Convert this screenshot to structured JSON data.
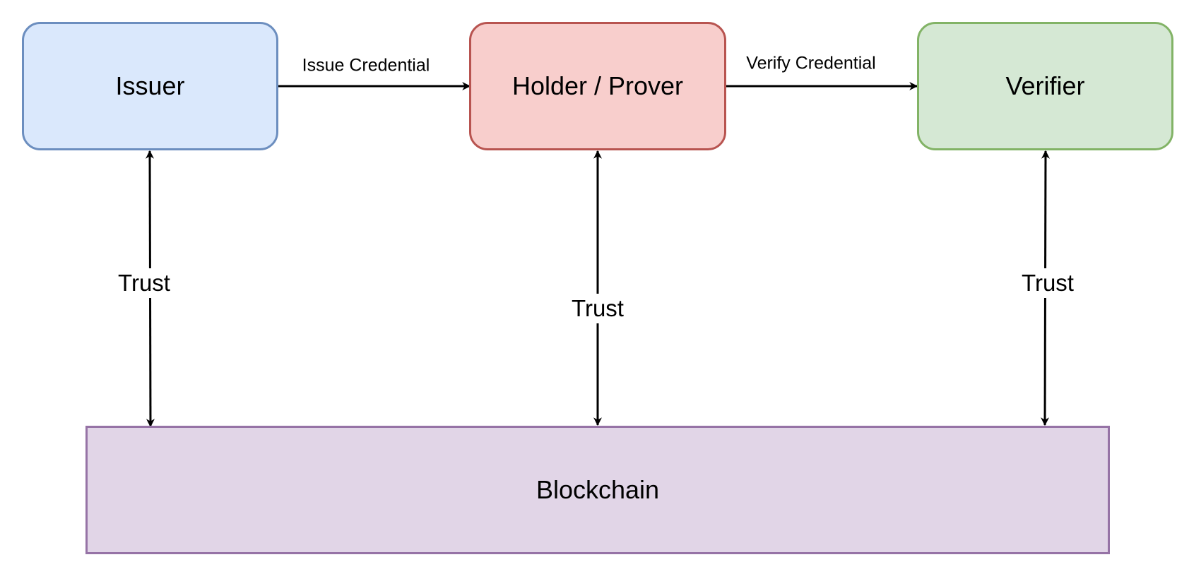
{
  "colors": {
    "issuer_fill": "#dae8fc",
    "issuer_stroke": "#6c8ebf",
    "holder_fill": "#f8cecc",
    "holder_stroke": "#b85450",
    "verifier_fill": "#d5e8d4",
    "verifier_stroke": "#82b366",
    "blockchain_fill": "#e1d5e7",
    "blockchain_stroke": "#9673a6",
    "line": "#000000"
  },
  "nodes": {
    "issuer": "Issuer",
    "holder": "Holder / Prover",
    "verifier": "Verifier",
    "blockchain": "Blockchain"
  },
  "edges": {
    "issue": "Issue Credential",
    "verify": "Verify Credential",
    "trust_issuer": "Trust",
    "trust_holder": "Trust",
    "trust_verifier": "Trust"
  }
}
